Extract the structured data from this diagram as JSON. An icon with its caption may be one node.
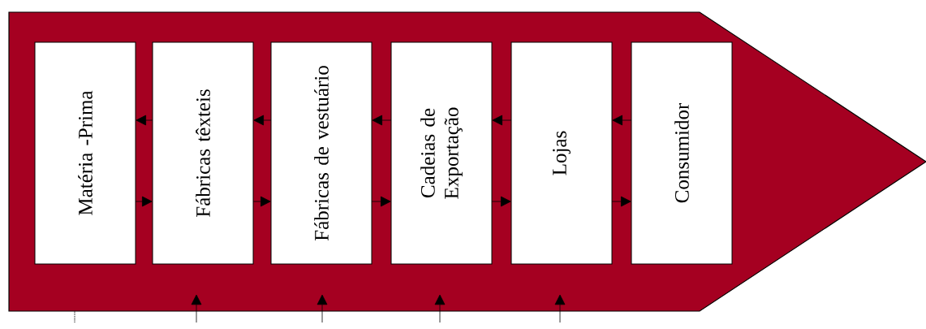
{
  "diagram": {
    "nodes": [
      {
        "text": [],
        "shape": "arrow"
      },
      {
        "text": [
          "Matéria -Prima"
        ],
        "in": 0
      },
      {
        "text": [
          "Fábricas têxteis"
        ],
        "in": 0
      },
      {
        "text": [
          "Fábricas de vestuário"
        ],
        "in": 0
      },
      {
        "text": [
          "Cadeias de Exportação"
        ],
        "in": 0
      },
      {
        "text": [
          "Lojas"
        ],
        "in": 0
      },
      {
        "text": [
          "Consumidor"
        ],
        "in": 0
      }
    ],
    "edges": [
      {
        "from": 2,
        "to": 1,
        "arrow": "to"
      },
      {
        "from": 3,
        "to": 2,
        "arrow": "to"
      },
      {
        "from": 4,
        "to": 3,
        "arrow": "to"
      },
      {
        "from": 5,
        "to": 4,
        "arrow": "to"
      },
      {
        "from": 6,
        "to": 5,
        "arrow": "to"
      },
      {
        "from": 1,
        "to": 2,
        "arrow": "to"
      },
      {
        "from": 2,
        "to": 3,
        "arrow": "to"
      },
      {
        "from": 3,
        "to": 4,
        "arrow": "to"
      },
      {
        "from": 4,
        "to": 5,
        "arrow": "to"
      },
      {
        "from": 5,
        "to": 6,
        "arrow": "to"
      },
      {
        "from": null,
        "to": 0,
        "arrow": "none",
        "style": "dashed"
      },
      {
        "from": null,
        "to": 0,
        "arrow": "to"
      },
      {
        "from": null,
        "to": 0,
        "arrow": "to"
      },
      {
        "from": null,
        "to": 0,
        "arrow": "to"
      },
      {
        "from": null,
        "to": 0,
        "arrow": "to"
      }
    ]
  }
}
